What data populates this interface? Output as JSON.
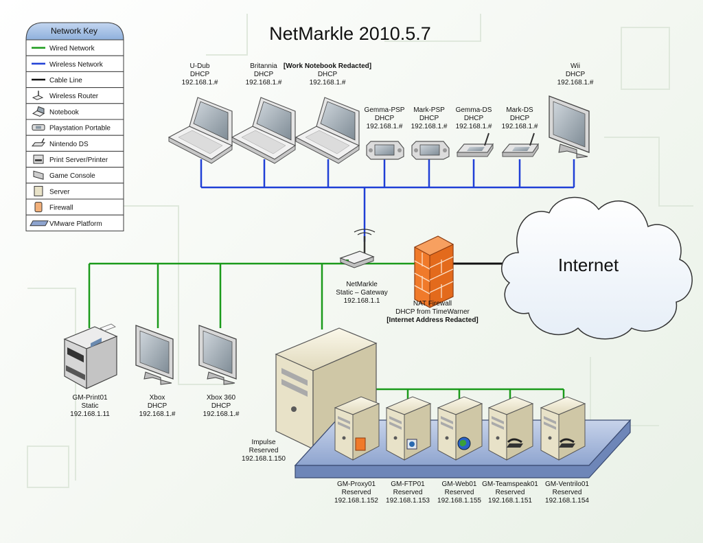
{
  "title": "NetMarkle 2010.5.7",
  "key": {
    "title": "Network Key",
    "items": [
      {
        "label": "Wired Network",
        "icon": "wired-line-icon"
      },
      {
        "label": "Wireless Network",
        "icon": "wireless-line-icon"
      },
      {
        "label": "Cable Line",
        "icon": "cable-line-icon"
      },
      {
        "label": "Wireless Router",
        "icon": "router-icon"
      },
      {
        "label": "Notebook",
        "icon": "notebook-icon"
      },
      {
        "label": "Playstation Portable",
        "icon": "psp-icon"
      },
      {
        "label": "Nintendo DS",
        "icon": "ds-icon"
      },
      {
        "label": "Print Server/Printer",
        "icon": "printer-icon"
      },
      {
        "label": "Game Console",
        "icon": "console-icon"
      },
      {
        "label": "Server",
        "icon": "server-icon"
      },
      {
        "label": "Firewall",
        "icon": "firewall-icon"
      },
      {
        "label": "VMware Platform",
        "icon": "vmware-icon"
      }
    ]
  },
  "colors": {
    "wired": "#1a9a1a",
    "wireless": "#1f3fd6",
    "cable": "#111111",
    "firewall": "#f07a2a",
    "key_header": "#a9c3e6"
  },
  "devices": {
    "udub": {
      "name": "U-Dub",
      "l2": "DHCP",
      "l3": "192.168.1.#"
    },
    "britannia": {
      "name": "Britannia",
      "l2": "DHCP",
      "l3": "192.168.1.#"
    },
    "work": {
      "name": "[Work Notebook Redacted]",
      "l2": "DHCP",
      "l3": "192.168.1.#"
    },
    "gemma_psp": {
      "name": "Gemma-PSP",
      "l2": "DHCP",
      "l3": "192.168.1.#"
    },
    "mark_psp": {
      "name": "Mark-PSP",
      "l2": "DHCP",
      "l3": "192.168.1.#"
    },
    "gemma_ds": {
      "name": "Gemma-DS",
      "l2": "DHCP",
      "l3": "192.168.1.#"
    },
    "mark_ds": {
      "name": "Mark-DS",
      "l2": "DHCP",
      "l3": "192.168.1.#"
    },
    "wii": {
      "name": "Wii",
      "l2": "DHCP",
      "l3": "192.168.1.#"
    },
    "router": {
      "name": "NetMarkle",
      "l2": "Static – Gateway",
      "l3": "192.168.1.1"
    },
    "firewall": {
      "name": "NAT Firewall",
      "l2": "DHCP from TimeWarner",
      "l3": "[Internet Address Redacted]"
    },
    "internet": {
      "name": "Internet"
    },
    "printer": {
      "name": "GM-Print01",
      "l2": "Static",
      "l3": "192.168.1.11"
    },
    "xbox": {
      "name": "Xbox",
      "l2": "DHCP",
      "l3": "192.168.1.#"
    },
    "xbox360": {
      "name": "Xbox 360",
      "l2": "DHCP",
      "l3": "192.168.1.#"
    },
    "impulse": {
      "name": "Impulse",
      "l2": "Reserved",
      "l3": "192.168.1.150"
    },
    "proxy": {
      "name": "GM-Proxy01",
      "l2": "Reserved",
      "l3": "192.168.1.152"
    },
    "ftp": {
      "name": "GM-FTP01",
      "l2": "Reserved",
      "l3": "192.168.1.153"
    },
    "web": {
      "name": "GM-Web01",
      "l2": "Reserved",
      "l3": "192.168.1.155"
    },
    "teamspeak": {
      "name": "GM-Teamspeak01",
      "l2": "Reserved",
      "l3": "192.168.1.151"
    },
    "ventrilo": {
      "name": "GM-Ventrilo01",
      "l2": "Reserved",
      "l3": "192.168.1.154"
    }
  }
}
